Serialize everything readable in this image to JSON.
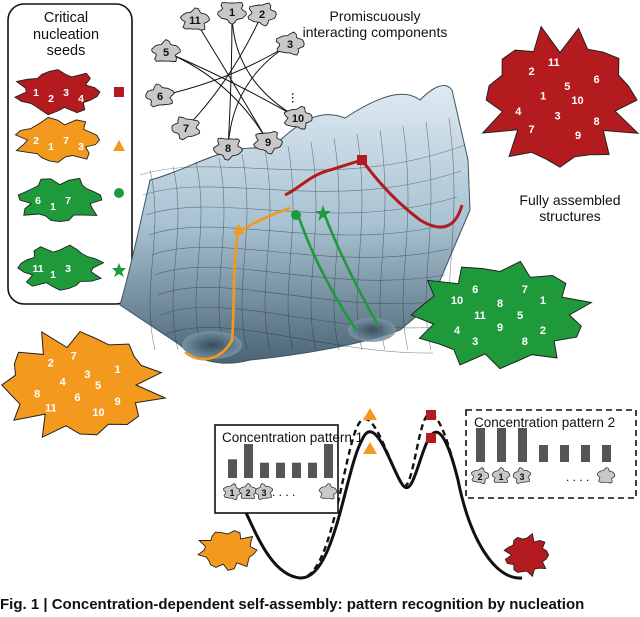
{
  "labels": {
    "seeds_title": "Critical nucleation seeds",
    "promiscuous": "Promiscuously interacting components",
    "fully_assembled": "Fully assembled structures",
    "concentration_1": "Concentration pattern 1",
    "concentration_2": "Concentration pattern 2",
    "caption": "Fig. 1 | Concentration-dependent self-assembly: pattern recognition by nucleation"
  },
  "ring_components": [
    "1",
    "2",
    "3",
    "5",
    "6",
    "7",
    "8",
    "9",
    "10",
    "11"
  ],
  "ring_ellipsis": "...",
  "pattern_ellipsis": ". . . .",
  "seeds": [
    {
      "color": "#b31b1e",
      "marker": "square",
      "numbers": [
        "1",
        "2",
        "3",
        "4"
      ]
    },
    {
      "color": "#f39a1e",
      "marker": "triangle",
      "numbers": [
        "2",
        "1",
        "7",
        "3"
      ]
    },
    {
      "color": "#1f9a3a",
      "marker": "circle",
      "numbers": [
        "6",
        "1",
        "7"
      ]
    },
    {
      "color": "#1f9a3a",
      "marker": "star",
      "numbers": [
        "11",
        "1",
        "3"
      ]
    }
  ],
  "assembled": {
    "red": {
      "color": "#b31b1e",
      "numbers": [
        "10",
        "8",
        "9",
        "3",
        "7",
        "4",
        "1",
        "2",
        "11",
        "5",
        "6"
      ]
    },
    "green": {
      "color": "#1f9a3a",
      "numbers": [
        "5",
        "2",
        "8",
        "9",
        "3",
        "4",
        "11",
        "10",
        "6",
        "8",
        "7",
        "1"
      ]
    },
    "orange": {
      "color": "#f39a1e",
      "numbers": [
        "5",
        "9",
        "10",
        "6",
        "11",
        "8",
        "4",
        "2",
        "7",
        "3",
        "1"
      ]
    }
  },
  "pattern_1": {
    "bars": [
      0.55,
      1.0,
      0.45,
      0.45,
      0.45,
      0.45,
      1.0
    ],
    "components": [
      "1",
      "2",
      "3",
      "",
      ""
    ]
  },
  "pattern_2": {
    "bars": [
      1.0,
      1.0,
      1.0,
      0.5,
      0.5,
      0.5,
      0.5
    ],
    "components": [
      "2",
      "1",
      "3",
      "",
      ""
    ]
  },
  "colors": {
    "red": "#b31b1e",
    "orange": "#f39a1e",
    "green": "#1f9a3a",
    "surface": "#a9c4d4",
    "grey": "#c8c8c8"
  }
}
